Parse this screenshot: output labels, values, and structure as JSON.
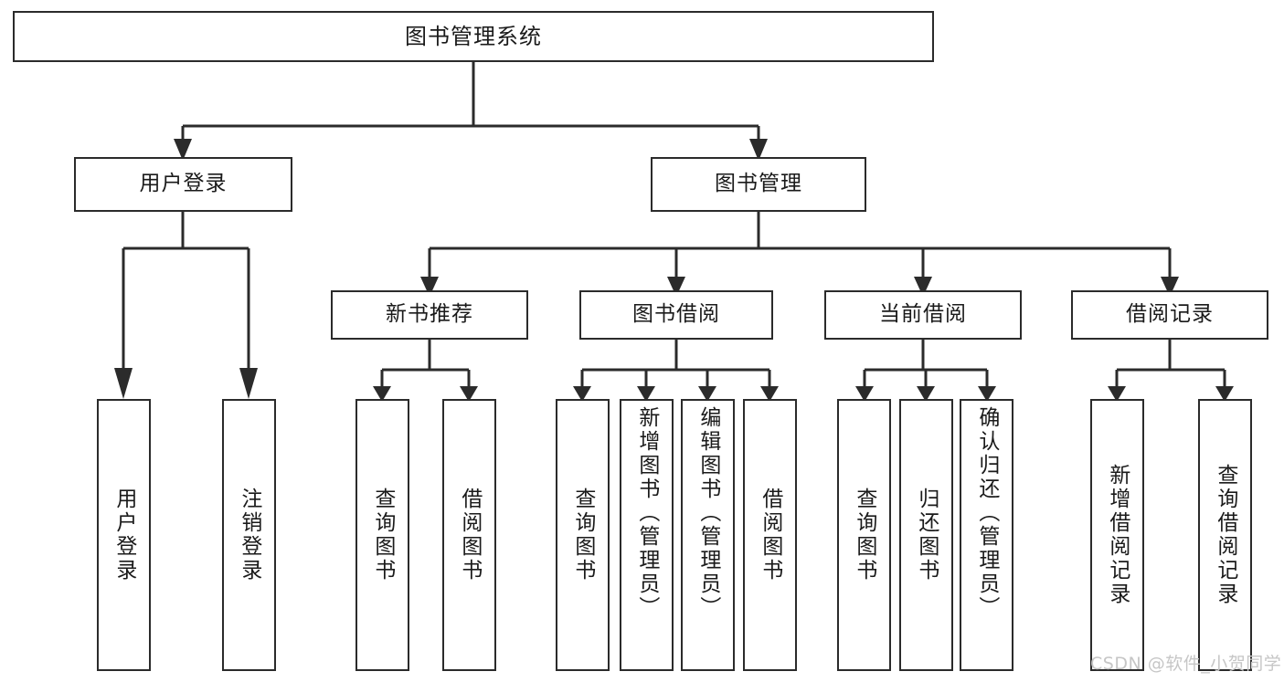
{
  "diagram": {
    "kind": "tree-hierarchy-chart",
    "title": "图书管理系统",
    "root": {
      "id": "root",
      "label": "图书管理系统"
    },
    "level2": [
      {
        "id": "user-login",
        "label": "用户登录"
      },
      {
        "id": "book-manage",
        "label": "图书管理"
      }
    ],
    "level3": [
      {
        "id": "new-book-rec",
        "label": "新书推荐",
        "parent": "book-manage"
      },
      {
        "id": "book-borrow",
        "label": "图书借阅",
        "parent": "book-manage"
      },
      {
        "id": "current-borrow",
        "label": "当前借阅",
        "parent": "book-manage"
      },
      {
        "id": "borrow-record",
        "label": "借阅记录",
        "parent": "book-manage"
      }
    ],
    "leaves": {
      "user-login": [
        {
          "id": "leaf-user-login",
          "label": "用户登录"
        },
        {
          "id": "leaf-logout",
          "label": "注销登录"
        }
      ],
      "new-book-rec": [
        {
          "id": "leaf-query-book-1",
          "label": "查询图书"
        },
        {
          "id": "leaf-borrow-book-1",
          "label": "借阅图书"
        }
      ],
      "book-borrow": [
        {
          "id": "leaf-query-book-2",
          "label": "查询图书"
        },
        {
          "id": "leaf-add-book",
          "label": "新增图书（管理员）"
        },
        {
          "id": "leaf-edit-book",
          "label": "编辑图书（管理员）"
        },
        {
          "id": "leaf-borrow-book-2",
          "label": "借阅图书"
        }
      ],
      "current-borrow": [
        {
          "id": "leaf-query-book-3",
          "label": "查询图书"
        },
        {
          "id": "leaf-return-book",
          "label": "归还图书"
        },
        {
          "id": "leaf-confirm-return",
          "label": "确认归还（管理员）"
        }
      ],
      "borrow-record": [
        {
          "id": "leaf-add-record",
          "label": "新增借阅记录"
        },
        {
          "id": "leaf-query-record",
          "label": "查询借阅记录"
        }
      ]
    }
  },
  "watermark": {
    "text": "CSDN @软件_小贺同学",
    "color": "#c6c6c6"
  },
  "style": {
    "border_color": "#2b2b2b",
    "background": "#ffffff",
    "text_color": "#1a1a1a",
    "connector_color": "#2b2b2b"
  }
}
